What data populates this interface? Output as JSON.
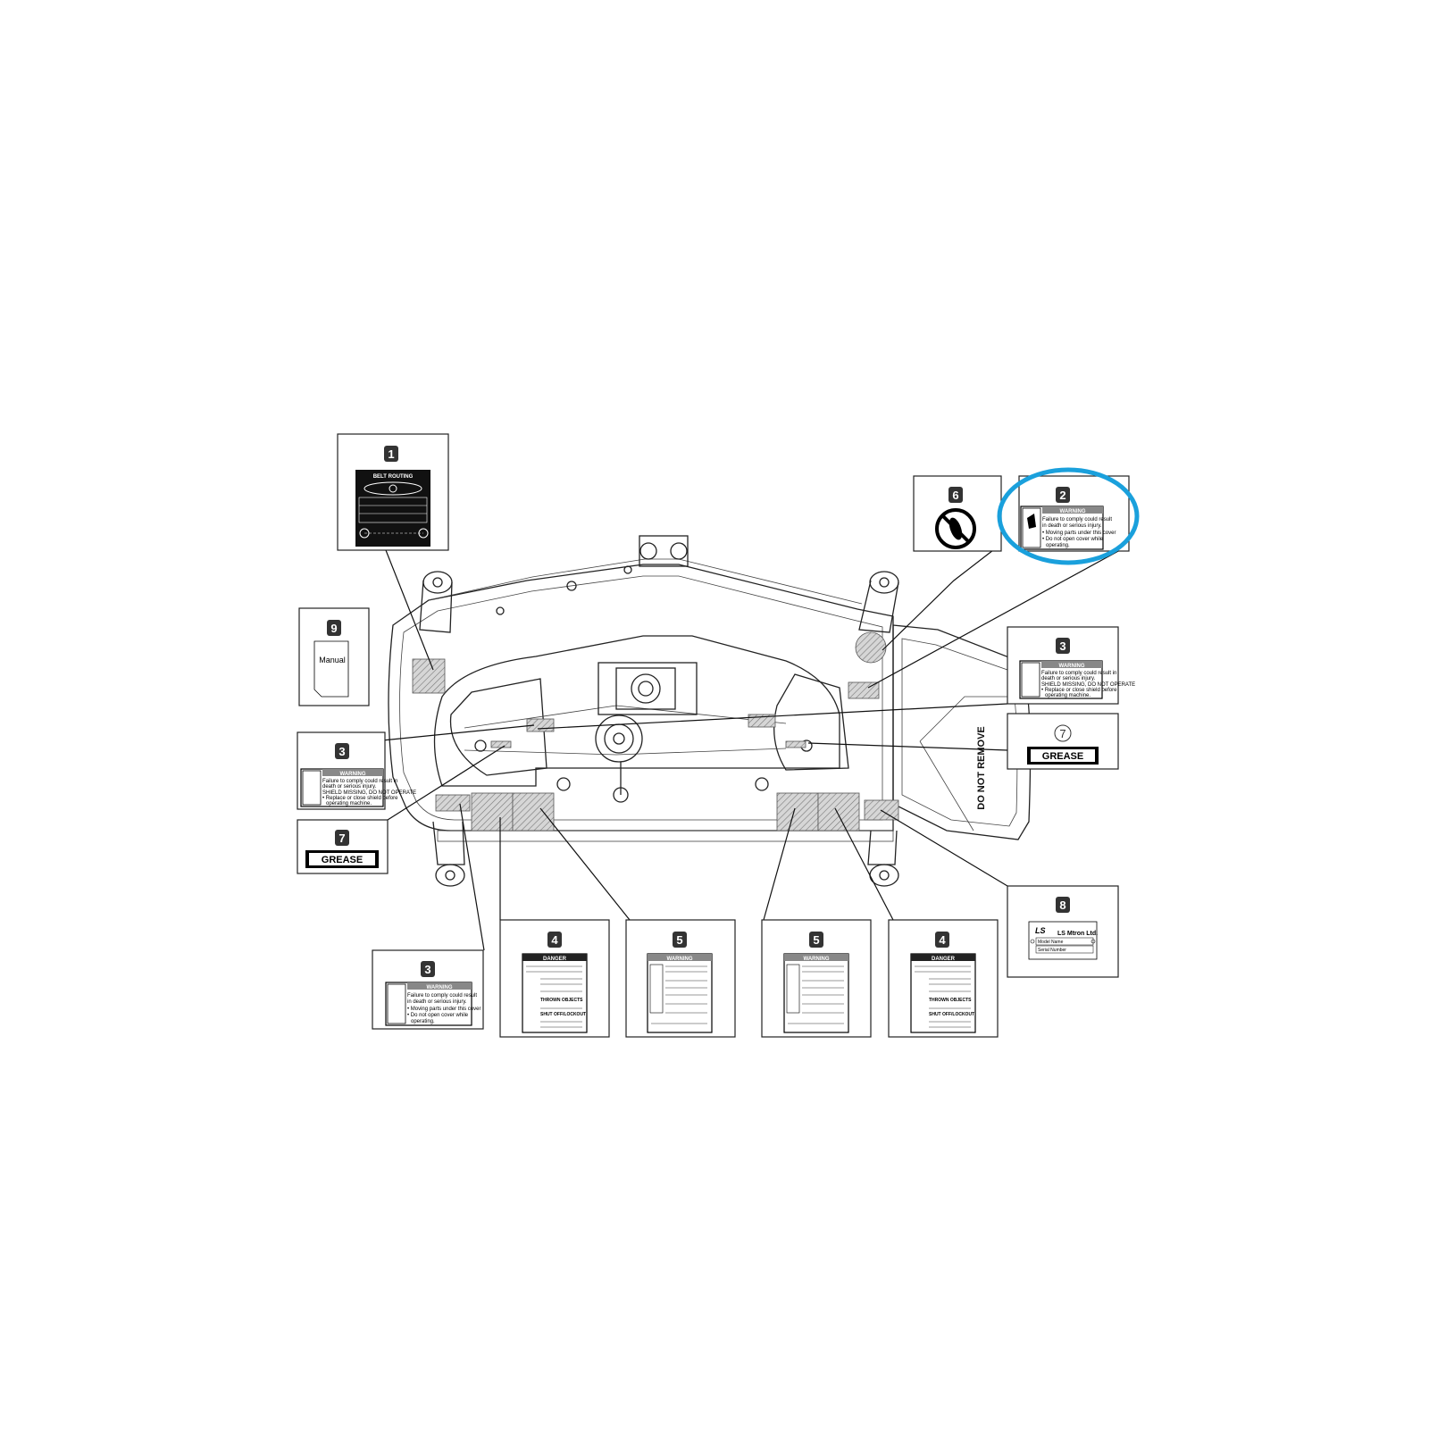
{
  "callouts": {
    "c1": {
      "number": "1",
      "title": "BELT ROUTING"
    },
    "c2": {
      "number": "2",
      "header": "WARNING",
      "line1": "Failure to comply could result",
      "line2": "in death or serious injury.",
      "bullet1": "• Moving parts under this cover",
      "bullet2": "• Do not open cover while",
      "bullet3": "operating."
    },
    "c3a": {
      "number": "3",
      "header": "WARNING",
      "line1": "Failure to comply could result in",
      "line2": "death or serious injury.",
      "line3": "SHIELD MISSING, DO NOT OPERATE",
      "bullet1": "• Replace or close shield before",
      "bullet2": "operating machine."
    },
    "c3b": {
      "number": "3",
      "header": "WARNING",
      "line1": "Failure to comply could result in",
      "line2": "death or serious injury.",
      "line3": "SHIELD MISSING, DO NOT OPERATE",
      "bullet1": "• Replace or close shield before",
      "bullet2": "operating machine."
    },
    "c3c": {
      "number": "3",
      "header": "WARNING",
      "line1": "Failure to comply could result",
      "line2": "in death or serious injury.",
      "bullet1": "• Moving parts under this cover",
      "bullet2": "• Do not open cover while",
      "bullet3": "operating."
    },
    "c4a": {
      "number": "4",
      "header": "DANGER",
      "section1": "THROWN OBJECTS",
      "section2": "SHUT OFF/LOCKOUT"
    },
    "c4b": {
      "number": "4",
      "header": "DANGER",
      "section1": "THROWN OBJECTS",
      "section2": "SHUT OFF/LOCKOUT"
    },
    "c5a": {
      "number": "5",
      "header": "WARNING"
    },
    "c5b": {
      "number": "5",
      "header": "WARNING"
    },
    "c6": {
      "number": "6"
    },
    "c7a": {
      "number": "7",
      "text": "GREASE"
    },
    "c7b": {
      "number": "7",
      "text": "GREASE"
    },
    "c8": {
      "number": "8",
      "brand": "LS",
      "company": "LS Mtron Ltd.",
      "field1": "Model Name",
      "field2": "Serial Number"
    },
    "c9": {
      "number": "9",
      "text": "Manual"
    }
  },
  "deck": {
    "stencil": "DO NOT REMOVE"
  },
  "highlight": {
    "color": "#1aa0dc",
    "target": "2"
  }
}
